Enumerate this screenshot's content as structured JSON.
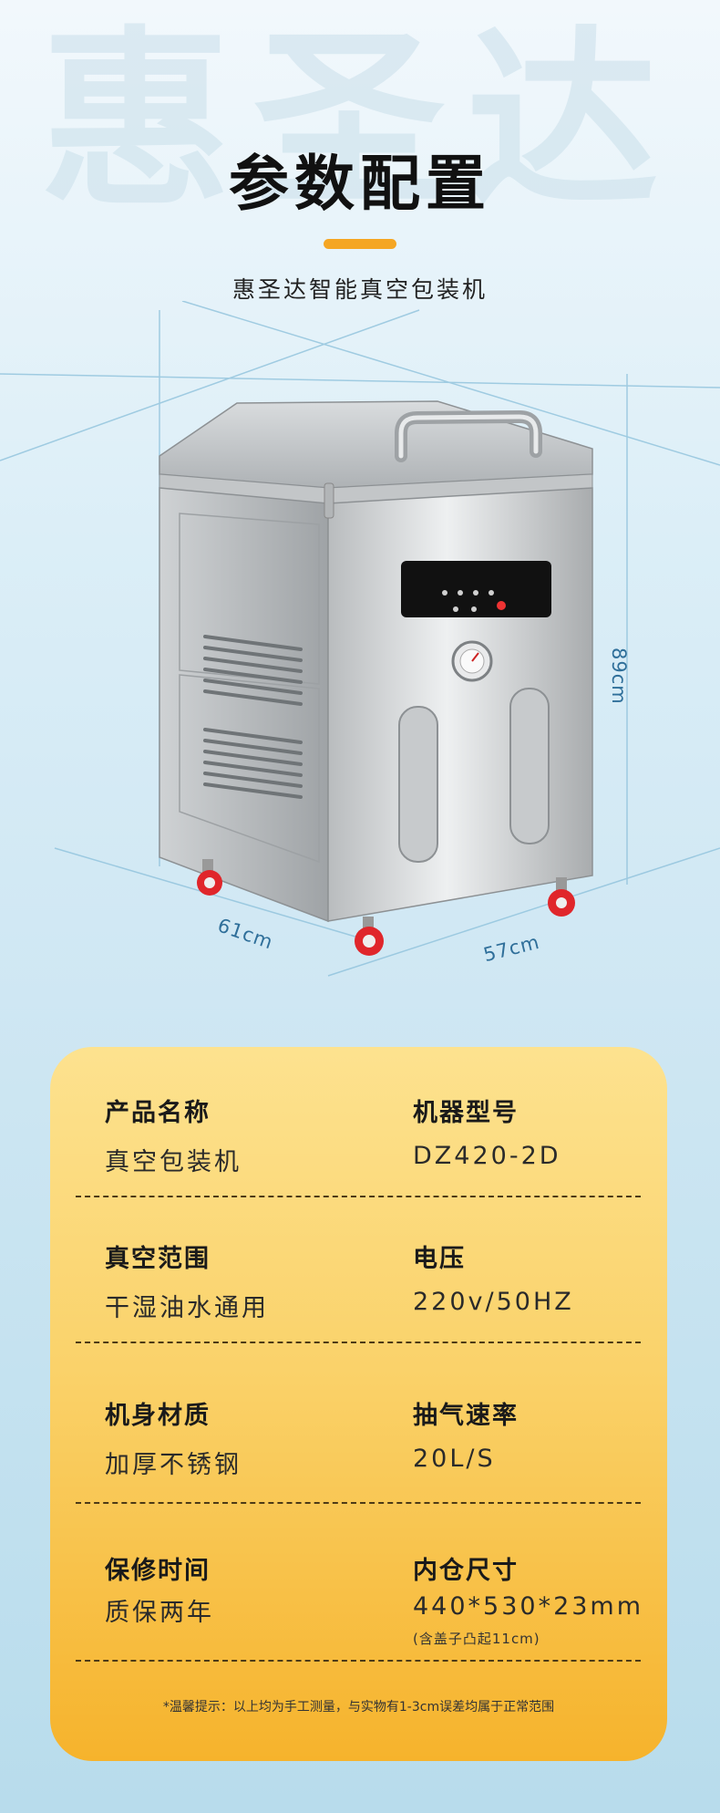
{
  "header": {
    "watermark": "惠圣达",
    "title": "参数配置",
    "subtitle": "惠圣达智能真空包装机"
  },
  "dimensions": {
    "depth": "61cm",
    "width": "57cm",
    "height": "89cm"
  },
  "specs": [
    {
      "label_left": "产品名称",
      "value_left": "真空包装机",
      "label_right": "机器型号",
      "value_right": "DZ420-2D"
    },
    {
      "label_left": "真空范围",
      "value_left": "干湿油水通用",
      "label_right": "电压",
      "value_right": "220v/50HZ"
    },
    {
      "label_left": "机身材质",
      "value_left": "加厚不锈钢",
      "label_right": "抽气速率",
      "value_right": "20L/S"
    },
    {
      "label_left": "保修时间",
      "value_left": "质保两年",
      "label_right": "内仓尺寸",
      "value_right": "440*530*23mm",
      "note_right": "(含盖子凸起11cm)"
    }
  ],
  "footnote": "*温馨提示：以上均为手工测量，与实物有1-3cm误差均属于正常范围",
  "colors": {
    "accent": "#f5a623",
    "card_top": "#fde28f",
    "card_bottom": "#f6b32c",
    "dimension_text": "#2f6f9a"
  }
}
